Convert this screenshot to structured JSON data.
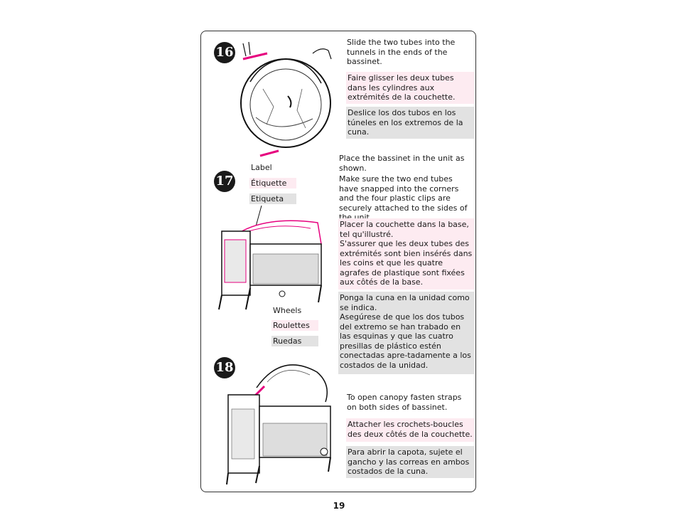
{
  "steps": [
    {
      "number": "16",
      "en": "Slide the two tubes into the tunnels in the ends of the bassinet.",
      "fr": "Faire glisser les deux tubes dans les cylindres aux extrémités de la couchette.",
      "es": "Deslice los dos tubos en los túneles en los extremos de la cuna."
    },
    {
      "number": "17",
      "en_1": "Place the bassinet in the unit as shown.",
      "en_2": "Make sure the two end tubes have snapped into the corners and the four plastic clips are securely attached to the sides of the unit.",
      "fr_1": "Placer la couchette dans la base, tel qu'illustré.",
      "fr_2": "S'assurer que les deux tubes des extrémités sont bien insérés dans les coins et que les quatre agrafes de plastique sont fixées aux côtés de la base.",
      "es_1": "Ponga la cuna en la unidad como se indica.",
      "es_2": "Asegúrese de que los dos tubos del extremo se han trabado en las esquinas y que las cuatro presillas de plástico estén conectadas apre-tadamente a los costados de la unidad.",
      "label_en": "Label",
      "label_fr": "Étiquette",
      "label_es": "Etiqueta",
      "wheels_en": "Wheels",
      "wheels_fr": "Roulettes",
      "wheels_es": "Ruedas"
    },
    {
      "number": "18",
      "en": "To open canopy fasten straps on both sides of bassinet.",
      "fr": "Attacher les crochets-boucles des deux côtés de la couchette.",
      "es": "Para abrir la capota, sujete el gancho y las correas en ambos costados de la cuna."
    }
  ],
  "page_number": "19",
  "colors": {
    "accent": "#e6007e",
    "pink_bg": "#fdebf1",
    "grey_bg": "#e2e2e2"
  }
}
